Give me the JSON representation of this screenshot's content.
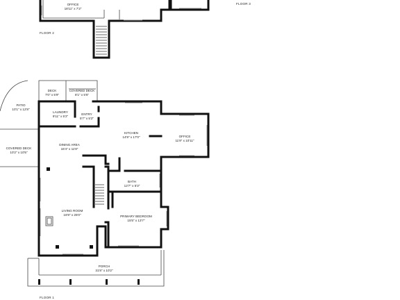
{
  "floors": {
    "floor_2": "FLOOR 2",
    "floor_3": "FLOOR 3",
    "floor_1": "FLOOR 1"
  },
  "rooms": {
    "office_upper": {
      "name": "OFFICE",
      "dims": "18'11\" x 7'2\""
    },
    "deck": {
      "name": "DECK",
      "dims": "7'0\" x 5'9\""
    },
    "covered_deck_small": {
      "name": "COVERED DECK",
      "dims": "8'1\" x 5'6\""
    },
    "patio": {
      "name": "PATIO",
      "dims": "10'1\" x 12'8\""
    },
    "laundry": {
      "name": "LAUNDRY",
      "dims": "9'11\" x 5'2\""
    },
    "entry": {
      "name": "ENTRY",
      "dims": "5'7\" x 5'2\""
    },
    "kitchen": {
      "name": "KITCHEN",
      "dims": "14'9\" x 17'0\""
    },
    "office_main": {
      "name": "OFFICE",
      "dims": "11'9\" x 10'11\""
    },
    "covered_deck_side": {
      "name": "COVERED DECK",
      "dims": "10'2\" x 10'5\""
    },
    "dining_area": {
      "name": "DINING AREA",
      "dims": "16'4\" x 11'8\""
    },
    "bath": {
      "name": "BATH",
      "dims": "12'7\" x 5'3\""
    },
    "living_room": {
      "name": "LIVING ROOM",
      "dims": "16'9\" x 25'0\""
    },
    "primary_bedroom": {
      "name": "PRIMARY BEDROOM",
      "dims": "15'5\" x 13'7\""
    },
    "porch": {
      "name": "PORCH",
      "dims": "31'8\" x 10'2\""
    }
  }
}
